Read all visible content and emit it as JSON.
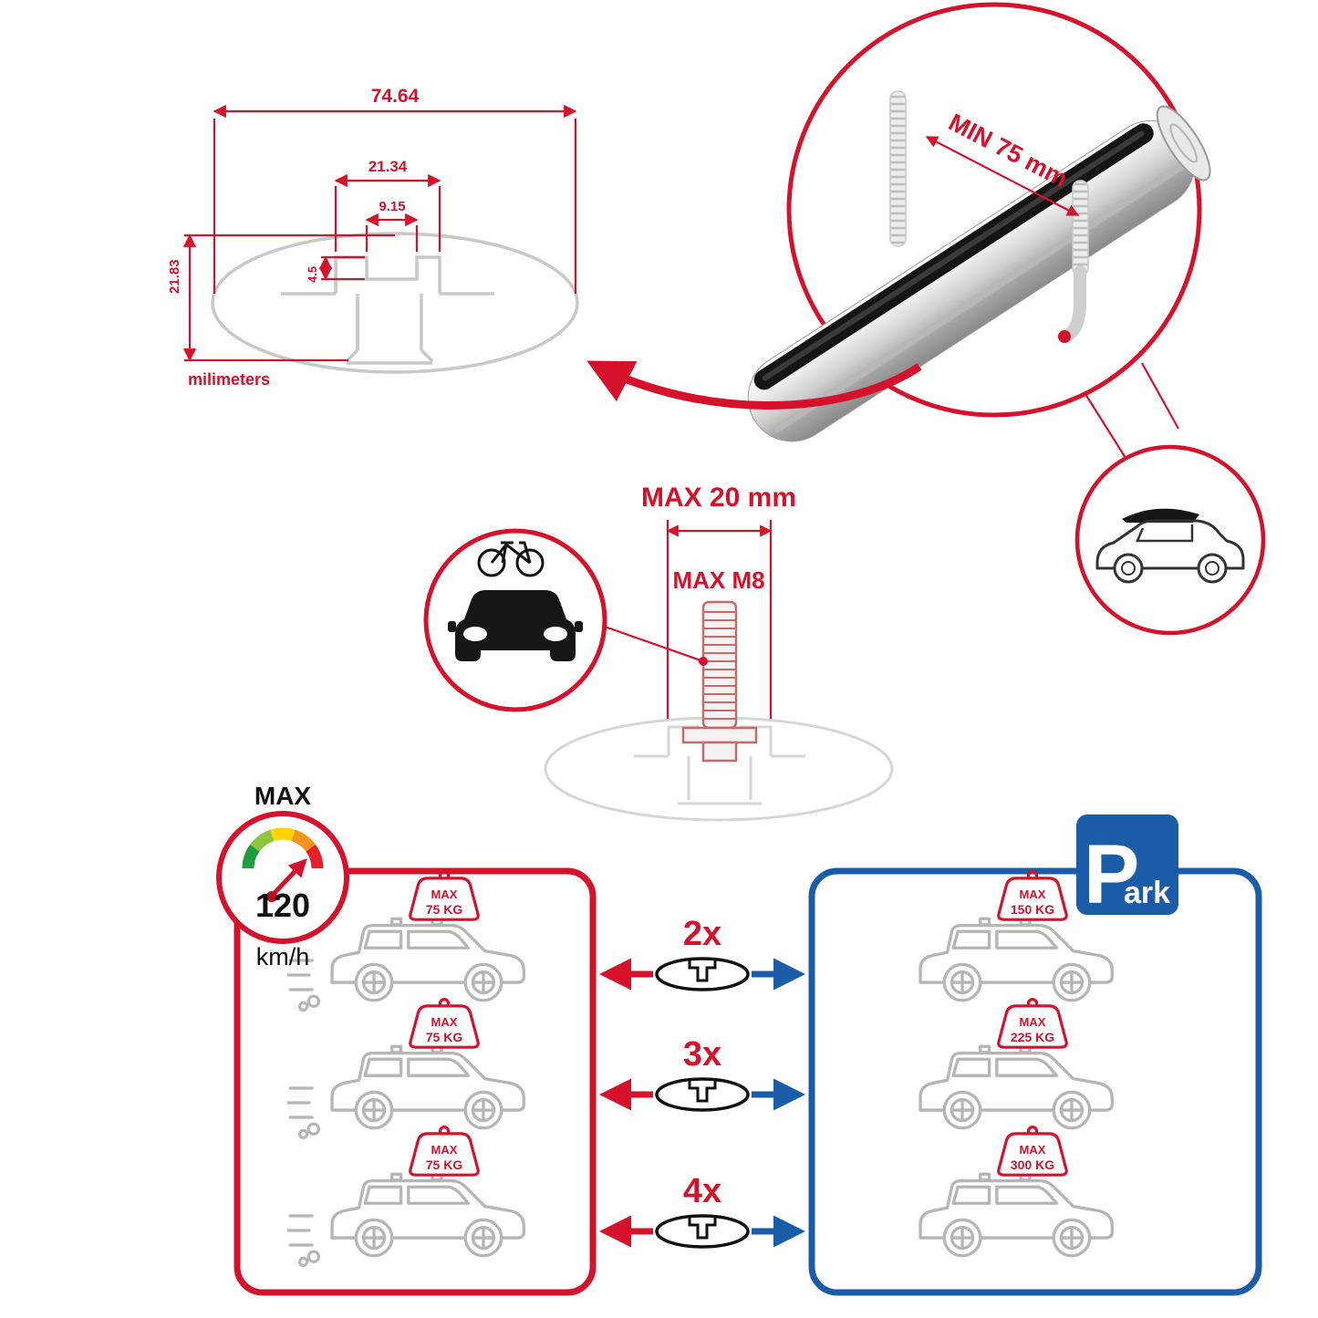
{
  "colors": {
    "accent_red": "#d6112b",
    "accent_blue": "#1b5ca8",
    "metal_gray": "#c8c8c8",
    "ink_black": "#111111"
  },
  "cross_section": {
    "width": "74.64",
    "slot_outer": "21.34",
    "slot_inner": "9.15",
    "notch_depth": "4.5",
    "height": "21.83",
    "units": "milimeters"
  },
  "bar_detail": {
    "clamp_min": "MIN 75 mm"
  },
  "bolt_detail": {
    "max_width": "MAX 20 mm",
    "max_thread": "MAX M8"
  },
  "speed_limit": {
    "label": "MAX",
    "value": "120",
    "unit": "km/h"
  },
  "parking_sign": {
    "letter": "P",
    "suffix": "ark"
  },
  "capacity_rows": [
    {
      "count": "2x",
      "left": {
        "label": "MAX",
        "value": "75 KG"
      },
      "right": {
        "label": "MAX",
        "value": "150 KG"
      }
    },
    {
      "count": "3x",
      "left": {
        "label": "MAX",
        "value": "75 KG"
      },
      "right": {
        "label": "MAX",
        "value": "225 KG"
      }
    },
    {
      "count": "4x",
      "left": {
        "label": "MAX",
        "value": "75 KG"
      },
      "right": {
        "label": "MAX",
        "value": "300 KG"
      }
    }
  ]
}
